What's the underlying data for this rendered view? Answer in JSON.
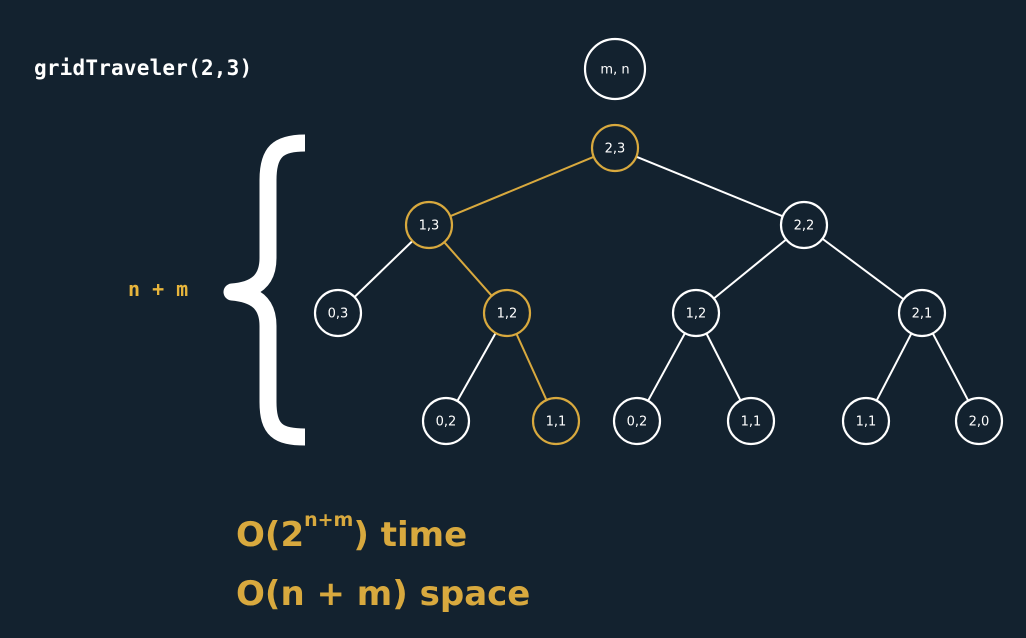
{
  "function_call": "gridTraveler(2,3)",
  "depth_label": "n + m",
  "complexity": {
    "time_prefix": "O(2",
    "time_exponent": "n+m",
    "time_suffix": ") time",
    "space": "O(n + m) space"
  },
  "colors": {
    "background": "#13222f",
    "default": "#ffffff",
    "highlight": "#d8a93e"
  },
  "tree": {
    "legend_node": {
      "label": "m, n"
    },
    "nodes": [
      {
        "id": "n23",
        "label": "2,3",
        "highlighted": true
      },
      {
        "id": "n13",
        "label": "1,3",
        "highlighted": true
      },
      {
        "id": "n22",
        "label": "2,2",
        "highlighted": false
      },
      {
        "id": "n03",
        "label": "0,3",
        "highlighted": false
      },
      {
        "id": "n12a",
        "label": "1,2",
        "highlighted": true
      },
      {
        "id": "n12b",
        "label": "1,2",
        "highlighted": false
      },
      {
        "id": "n21",
        "label": "2,1",
        "highlighted": false
      },
      {
        "id": "n02a",
        "label": "0,2",
        "highlighted": false
      },
      {
        "id": "n11a",
        "label": "1,1",
        "highlighted": true
      },
      {
        "id": "n02b",
        "label": "0,2",
        "highlighted": false
      },
      {
        "id": "n11b",
        "label": "1,1",
        "highlighted": false
      },
      {
        "id": "n11c",
        "label": "1,1",
        "highlighted": false
      },
      {
        "id": "n20",
        "label": "2,0",
        "highlighted": false
      }
    ],
    "edges": [
      {
        "from": "n23",
        "to": "n13",
        "highlighted": true
      },
      {
        "from": "n23",
        "to": "n22",
        "highlighted": false
      },
      {
        "from": "n13",
        "to": "n03",
        "highlighted": false
      },
      {
        "from": "n13",
        "to": "n12a",
        "highlighted": true
      },
      {
        "from": "n22",
        "to": "n12b",
        "highlighted": false
      },
      {
        "from": "n22",
        "to": "n21",
        "highlighted": false
      },
      {
        "from": "n12a",
        "to": "n02a",
        "highlighted": false
      },
      {
        "from": "n12a",
        "to": "n11a",
        "highlighted": true
      },
      {
        "from": "n12b",
        "to": "n02b",
        "highlighted": false
      },
      {
        "from": "n12b",
        "to": "n11b",
        "highlighted": false
      },
      {
        "from": "n21",
        "to": "n11c",
        "highlighted": false
      },
      {
        "from": "n21",
        "to": "n20",
        "highlighted": false
      }
    ]
  }
}
